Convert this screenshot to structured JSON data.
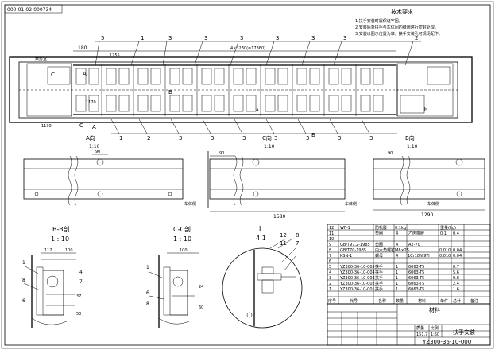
{
  "drawing_number_stamp": "000-01-02-000734",
  "notes": {
    "title": "技术要求",
    "lines": [
      "1.扶手安装时需保证牢固。",
      "2.安装后对扶手与车体间的缝隙进行密封处理。",
      "3.安装以图示位置为准，扶手安装孔可现场配作。"
    ]
  },
  "plan_labels": {
    "callouts_top": [
      "5",
      "1",
      "3",
      "3",
      "3",
      "3",
      "3",
      "3",
      "2"
    ],
    "callouts_bottom": [
      "1",
      "2",
      "3",
      "3",
      "3",
      "3",
      "3",
      "3",
      "3"
    ],
    "dims": [
      "180",
      "1755",
      "4×3230(=17360)",
      "1170",
      "1130"
    ],
    "refs": [
      "A",
      "B",
      "B",
      "C",
      "C",
      "A",
      "a",
      "b"
    ],
    "area_label": "乘务室"
  },
  "views": {
    "a": {
      "title": "A向",
      "scale": "1:10",
      "dim": "90",
      "side": "车体侧"
    },
    "c": {
      "title": "C向",
      "scale": "1:10",
      "dim": "90",
      "overall": "1580",
      "side": "车体侧"
    },
    "b": {
      "title": "B向",
      "scale": "1:10",
      "dim": "90",
      "overall": "1290",
      "side": "车体侧"
    }
  },
  "sections": {
    "bb": {
      "title": "B-B剖",
      "scale": "1 : 10",
      "dims": [
        "112",
        "100",
        "37",
        "50"
      ],
      "labels": [
        "1",
        "8",
        "4",
        "7",
        "6"
      ]
    },
    "cc": {
      "title": "C-C剖",
      "scale": "1 : 10",
      "dims": [
        "100",
        "24",
        "60"
      ],
      "labels": [
        "1",
        "6",
        "8"
      ]
    },
    "detail": {
      "title": "I",
      "scale": "4:1",
      "labels": [
        "12",
        "11",
        "8",
        "7"
      ]
    }
  },
  "bom": {
    "header": [
      "序号",
      "代号",
      "名称",
      "数量",
      "材料",
      "单件",
      "总计",
      "备注"
    ],
    "weight_header": "重量(kg)",
    "rows": [
      {
        "no": "12",
        "code": "WF-1",
        "name": "防松胶",
        "qty": "0.1kg",
        "mat": "",
        "unit": "",
        "total": "",
        "note": ""
      },
      {
        "no": "11",
        "code": "",
        "name": "垫圈",
        "qty": "4",
        "mat": "乙丙橡胶",
        "unit": "0.1",
        "total": "0.4",
        "note": ""
      },
      {
        "no": "10",
        "code": "",
        "name": "",
        "qty": "",
        "mat": "",
        "unit": "",
        "total": "",
        "note": ""
      },
      {
        "no": "9",
        "code": "GB/T97.2-1985",
        "name": "垫圈",
        "qty": "4",
        "mat": "A2-70",
        "unit": "",
        "total": "",
        "note": ""
      },
      {
        "no": "8",
        "code": "GB/T70-1985",
        "name": "内六角螺钉",
        "qty": "M6×25",
        "mat": "",
        "unit": "0.010",
        "total": "0.04",
        "note": ""
      },
      {
        "no": "7",
        "code": "KSN-1",
        "name": "螺母",
        "qty": "4",
        "mat": "1Cr18Ni9Ti",
        "unit": "0.010",
        "total": "0.04",
        "note": ""
      },
      {
        "no": "6",
        "code": "",
        "name": "",
        "qty": "",
        "mat": "",
        "unit": "",
        "total": "",
        "note": ""
      },
      {
        "no": "5",
        "code": "YZ300-36-10-005",
        "name": "扶手",
        "qty": "1",
        "mat": "6063-T5",
        "unit": "",
        "total": "8.7",
        "note": ""
      },
      {
        "no": "4",
        "code": "YZ300-36-10-004",
        "name": "扶手",
        "qty": "1",
        "mat": "6063-T5",
        "unit": "",
        "total": "5.6",
        "note": ""
      },
      {
        "no": "3",
        "code": "YZ300-36-10-003",
        "name": "扶手",
        "qty": "1",
        "mat": "6063-T5",
        "unit": "",
        "total": "9.8",
        "note": ""
      },
      {
        "no": "2",
        "code": "YZ300-36-10-002",
        "name": "扶手",
        "qty": "1",
        "mat": "6063-T5",
        "unit": "",
        "total": "2.4",
        "note": ""
      },
      {
        "no": "1",
        "code": "YZ300-36-10-001",
        "name": "扶手",
        "qty": "1",
        "mat": "6063-T5",
        "unit": "",
        "total": "1.6",
        "note": ""
      }
    ]
  },
  "title_block": {
    "material_caption": "材料",
    "part_name": "扶手安装",
    "mass_caption": "质量",
    "scale_caption": "比例",
    "mass": "151.7",
    "scale": "1:50",
    "drawing_no": "YZ300-36-10-000"
  }
}
